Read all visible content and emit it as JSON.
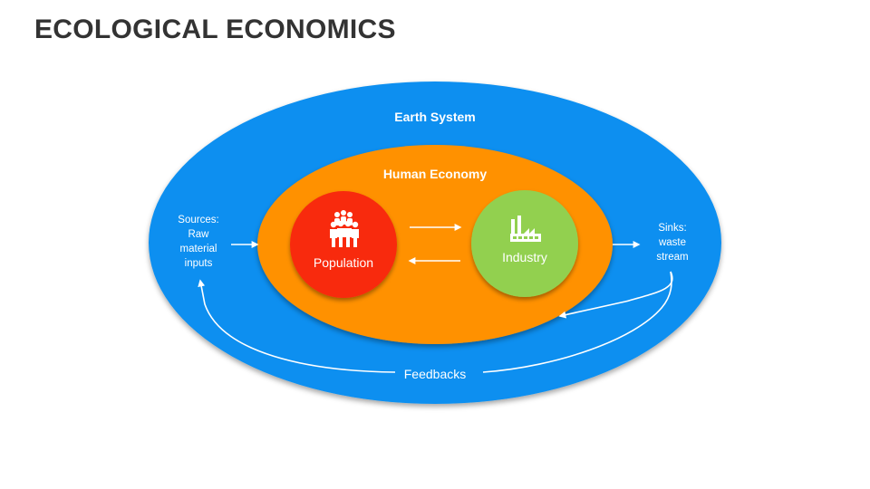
{
  "title": "ECOLOGICAL ECONOMICS",
  "colors": {
    "earth_system": "#0a8ff0",
    "human_economy": "#ff9100",
    "population": "#f82a0f",
    "industry": "#92d050",
    "title": "#333333",
    "text": "#ffffff"
  },
  "diagram": {
    "earth_system": {
      "label": "Earth System"
    },
    "human_economy": {
      "label": "Human Economy"
    },
    "population": {
      "label": "Population",
      "icon": "people-group-icon"
    },
    "industry": {
      "label": "Industry",
      "icon": "factory-icon"
    },
    "sources": {
      "line1": "Sources:",
      "line2": "Raw",
      "line3": "material",
      "line4": "inputs"
    },
    "sinks": {
      "line1": "Sinks:",
      "line2": "waste",
      "line3": "stream"
    },
    "feedbacks": {
      "label": "Feedbacks"
    }
  }
}
